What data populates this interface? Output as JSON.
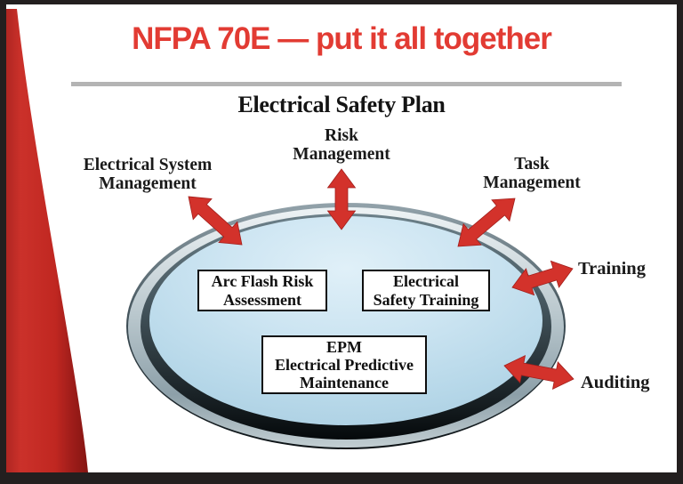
{
  "slide": {
    "title": "NFPA 70E — put it all together",
    "plan_heading": "Electrical Safety Plan"
  },
  "outer_labels": {
    "electrical_system_management": "Electrical System\nManagement",
    "risk_management": "Risk\nManagement",
    "task_management": "Task\nManagement",
    "training": "Training",
    "auditing": "Auditing"
  },
  "plate_boxes": {
    "arc_flash_risk_assessment": "Arc Flash Risk\nAssessment",
    "electrical_safety_training": "Electrical\nSafety Training",
    "epm": "EPM\nElectrical Predictive\nMaintenance"
  },
  "colors": {
    "title_red": "#e23b33",
    "arrow_red": "#d3322b",
    "plate_blue": "#bfdded",
    "rim_silver": "#aebfc7",
    "divider_gray": "#b4b4b4",
    "frame_dark": "#231f1f"
  }
}
